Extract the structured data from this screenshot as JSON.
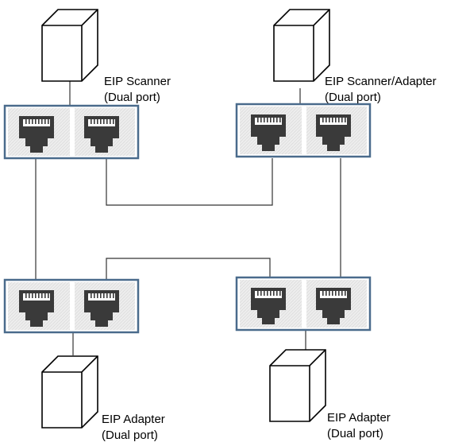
{
  "nodes": [
    {
      "id": "scanner",
      "label_line1": "EIP Scanner",
      "label_line2": "(Dual port)"
    },
    {
      "id": "scanner-adapter",
      "label_line1": "EIP Scanner/Adapter",
      "label_line2": "(Dual port)"
    },
    {
      "id": "adapter-left",
      "label_line1": "EIP Adapter",
      "label_line2": "(Dual port)"
    },
    {
      "id": "adapter-right",
      "label_line1": "EIP Adapter",
      "label_line2": "(Dual port)"
    }
  ],
  "colors": {
    "port_frame": "#4a6b8c",
    "port_fill": "#ececec",
    "jack": "#3a3a3a",
    "line": "#333333"
  },
  "icons": [
    "device-box-icon",
    "ethernet-port-icon"
  ]
}
